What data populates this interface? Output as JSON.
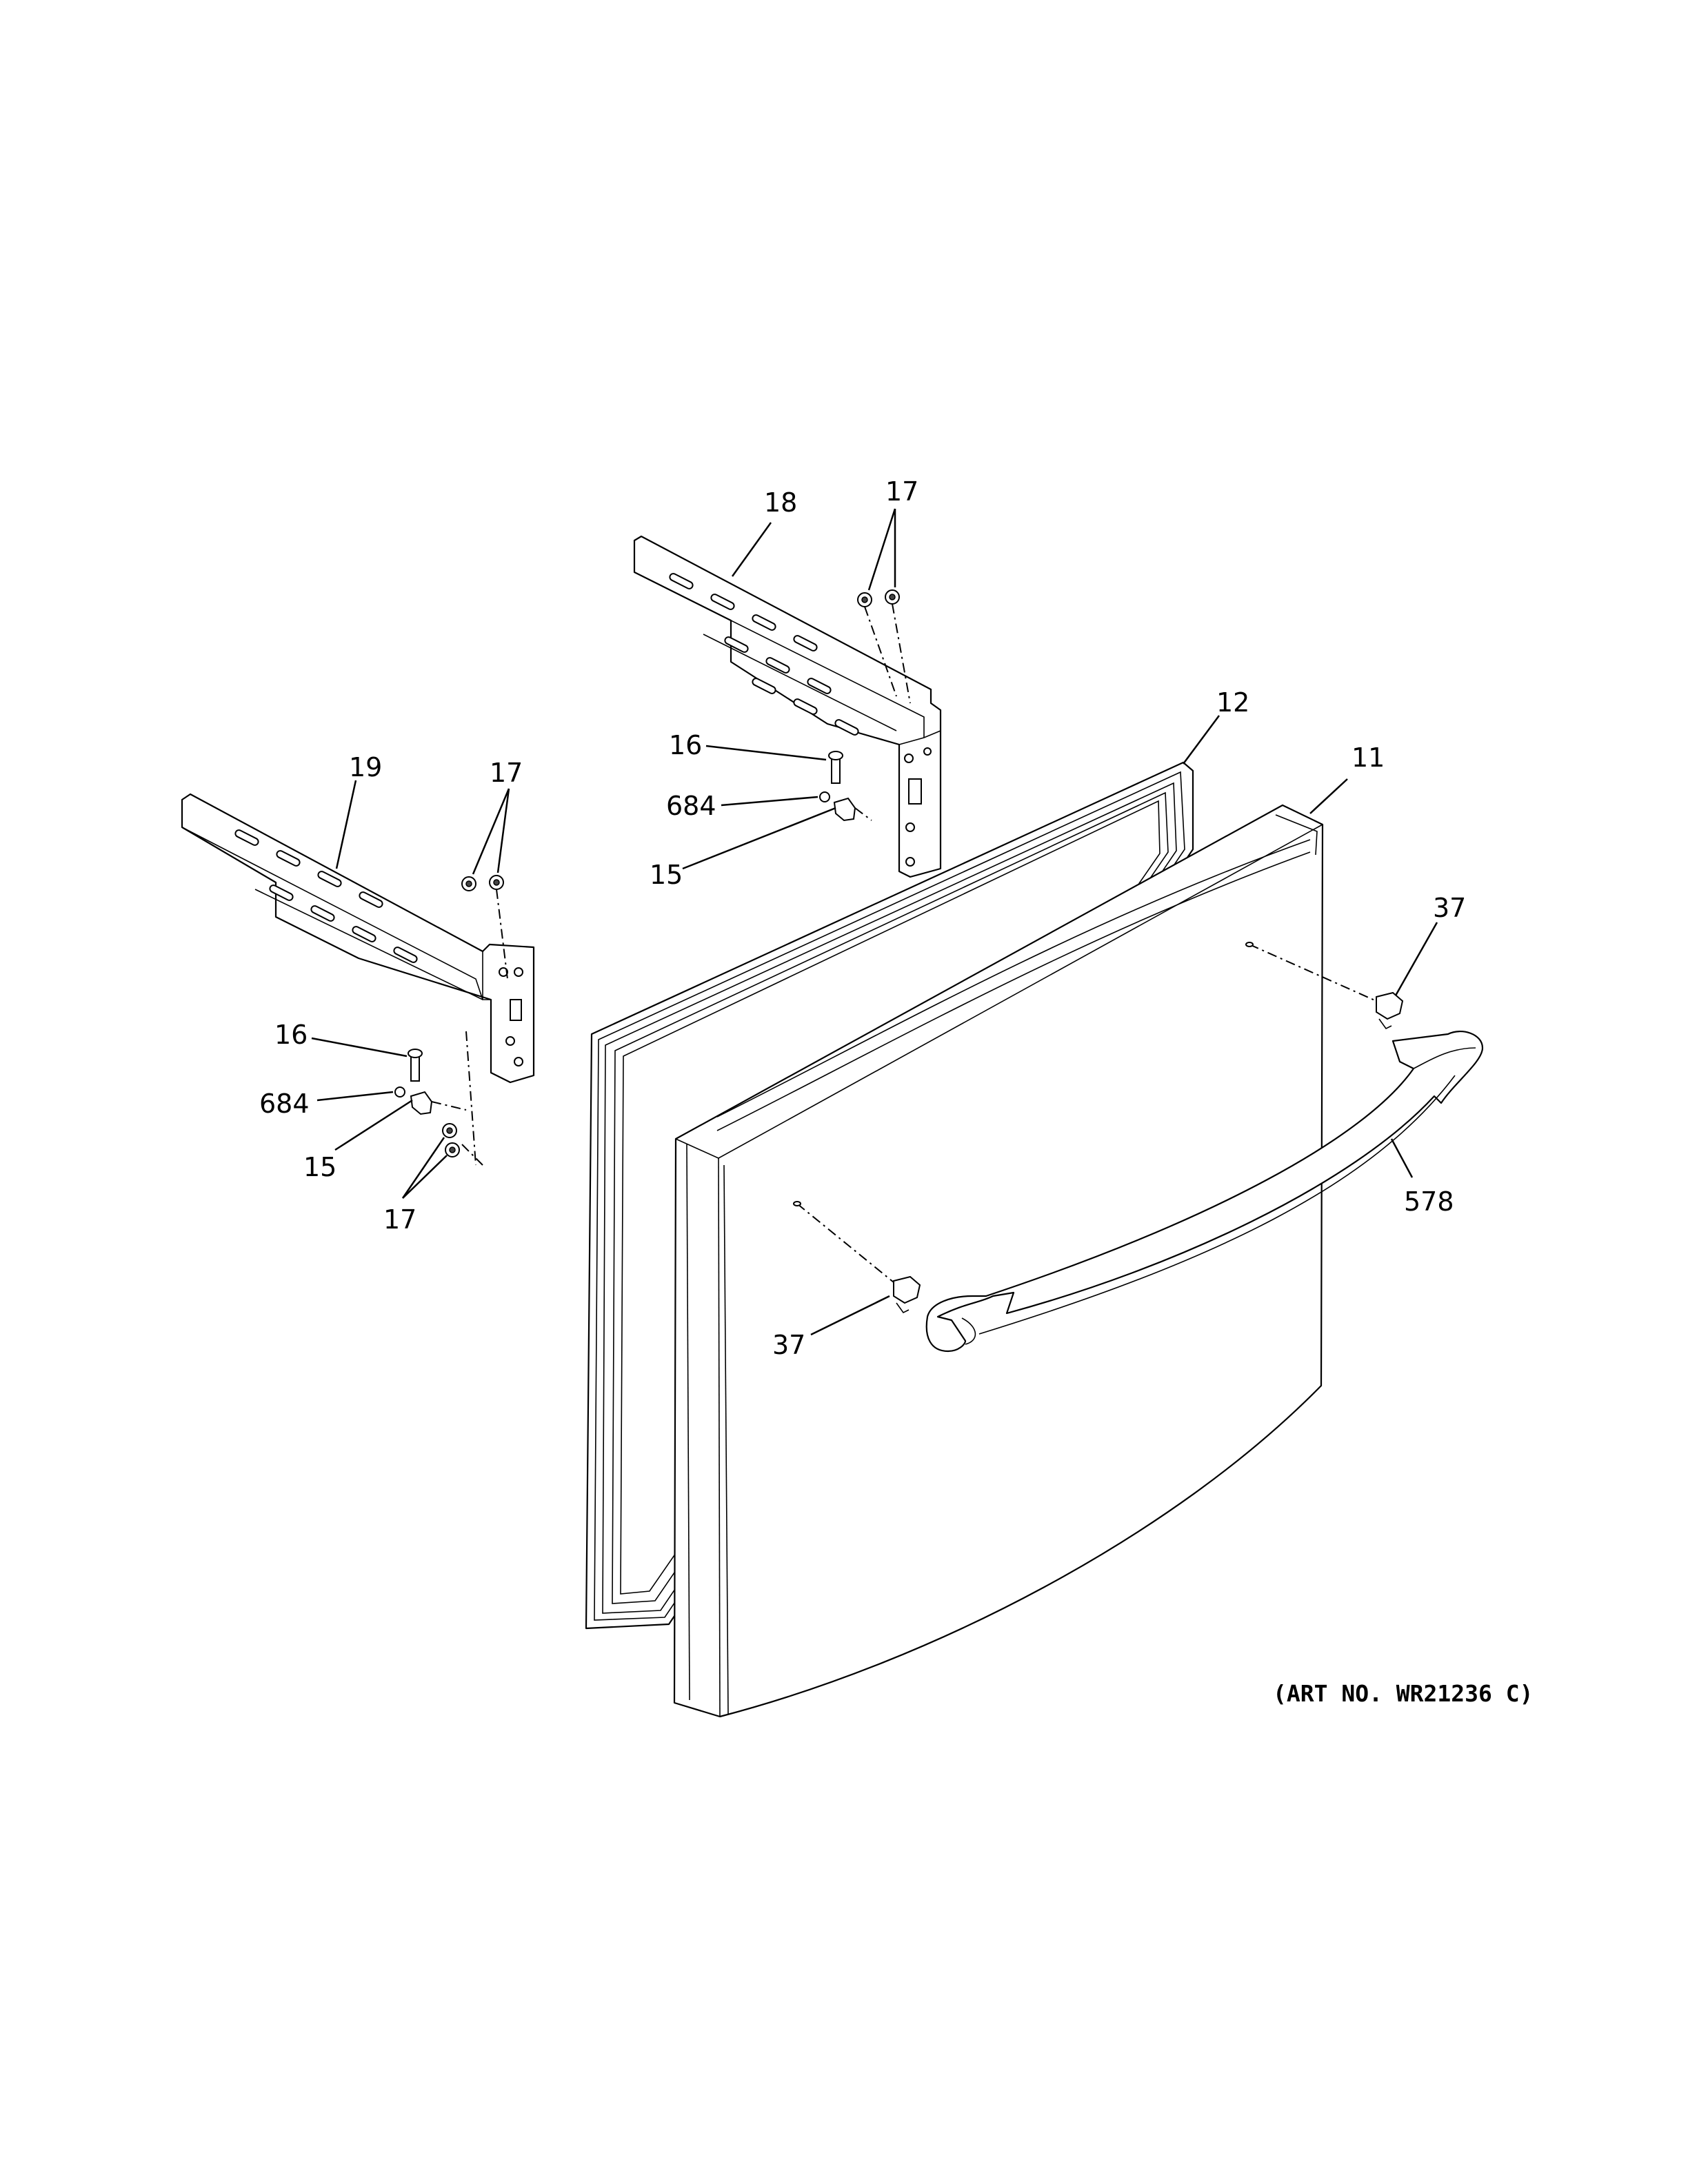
{
  "diagram": {
    "art_number": "(ART NO. WR21236 C)",
    "callouts": {
      "c18": "18",
      "c17_top": "17",
      "c12": "12",
      "c11": "11",
      "c16_top": "16",
      "c684_top": "684",
      "c15_top": "15",
      "c19": "19",
      "c17_left": "17",
      "c37_right": "37",
      "c16_left": "16",
      "c684_left": "684",
      "c15_left": "15",
      "c17_bottom": "17",
      "c578": "578",
      "c37_left": "37"
    }
  }
}
